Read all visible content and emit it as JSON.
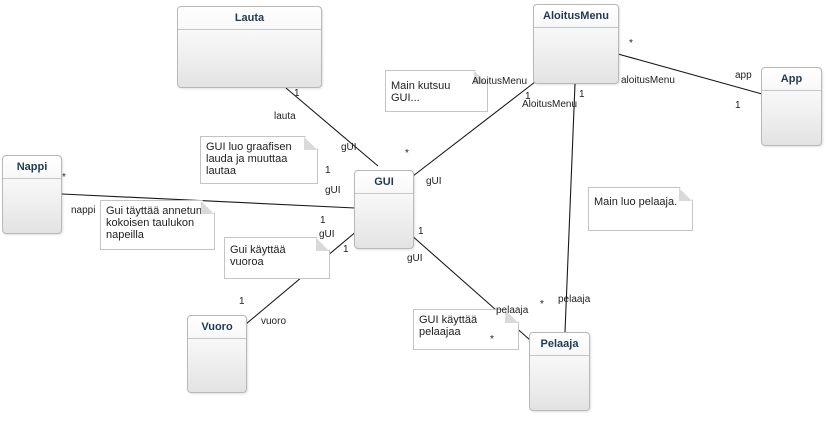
{
  "classes": {
    "lauta": "Lauta",
    "aloitusmenu": "AloitusMenu",
    "app": "App",
    "nappi": "Nappi",
    "gui": "GUI",
    "vuoro": "Vuoro",
    "pelaaja": "Pelaaja"
  },
  "notes": {
    "main_kutsuu": "Main kutsuu GUI...",
    "gui_luo": "GUI luo graafisen lauda ja muuttaa lautaa",
    "gui_tayttaa": "Gui täyttää annetun kokoisen taulukon napeilla",
    "gui_kayttaa_vuoroa": "Gui käyttää vuoroa",
    "main_luo": "Main luo pelaaja.",
    "gui_kayttaa_pelaajaa": "GUI käyttää pelaajaa"
  },
  "associations": {
    "lauta_gui": {
      "lauta_mult": "1",
      "lauta_role": "lauta",
      "gui_role": "gUI",
      "gui_mult": "1"
    },
    "menu_gui": {
      "menu_role": "AloitusMenu",
      "menu_mult": "1",
      "gui_mult": "*",
      "gui_role": "gUI"
    },
    "menu_app": {
      "menu_mult": "*",
      "app_role": "app",
      "menu_role": "aloitusMenu",
      "app_mult": "1"
    },
    "menu_pelaaja": {
      "menu_mult": "1",
      "menu_role": "AloitusMenu",
      "pelaaja_role": "pelaaja",
      "pelaaja_mult": "*"
    },
    "nappi_gui": {
      "nappi_mult": "*",
      "nappi_role": "nappi",
      "gui_role": "gUI",
      "gui_mult": "1"
    },
    "vuoro_gui": {
      "vuoro_mult": "1",
      "vuoro_role": "vuoro",
      "gui_role": "gUI",
      "gui_mult": "1"
    },
    "gui_pelaaja": {
      "gui_mult": "1",
      "gui_role": "gUI",
      "pelaaja_role": "pelaaja",
      "pelaaja_mult": "*"
    }
  },
  "colors": {
    "class_title": "#1f3b54",
    "line": "#1a1a1a",
    "border": "#b8b8b8"
  }
}
